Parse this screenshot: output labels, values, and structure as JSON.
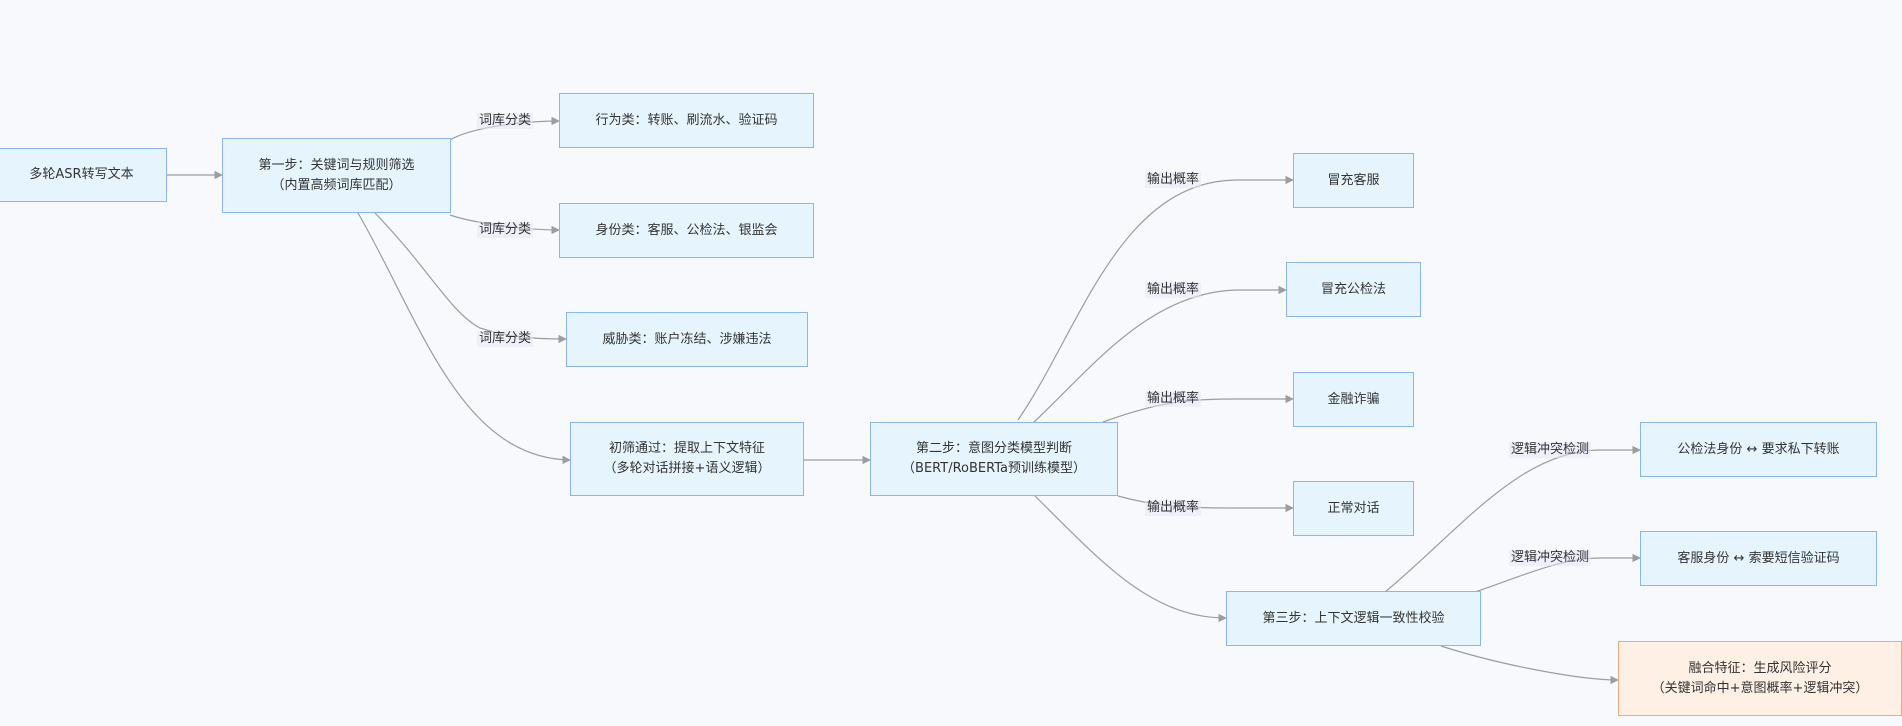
{
  "nodes": {
    "asr": {
      "line1": "多轮ASR转写文本"
    },
    "step1": {
      "line1": "第一步：关键词与规则筛选",
      "line2": "（内置高频词库匹配）"
    },
    "behavior": {
      "line1": "行为类：转账、刷流水、验证码"
    },
    "identity": {
      "line1": "身份类：客服、公检法、银监会"
    },
    "threat": {
      "line1": "威胁类：账户冻结、涉嫌违法"
    },
    "context": {
      "line1": "初筛通过：提取上下文特征",
      "line2": "（多轮对话拼接+语义逻辑）"
    },
    "step2": {
      "line1": "第二步：意图分类模型判断",
      "line2": "（BERT/RoBERTa预训练模型）"
    },
    "fake_service": {
      "line1": "冒充客服"
    },
    "fake_police": {
      "line1": "冒充公检法"
    },
    "fraud": {
      "line1": "金融诈骗"
    },
    "normal": {
      "line1": "正常对话"
    },
    "step3": {
      "line1": "第三步：上下文逻辑一致性校验"
    },
    "conflict1": {
      "line1": "公检法身份 ↔ 要求私下转账"
    },
    "conflict2": {
      "line1": "客服身份 ↔ 索要短信验证码"
    },
    "fusion": {
      "line1": "融合特征：生成风险评分",
      "line2": "（关键词命中+意图概率+逻辑冲突）"
    }
  },
  "edge_labels": {
    "lexicon_behavior": "词库分类",
    "lexicon_identity": "词库分类",
    "lexicon_threat": "词库分类",
    "prob_service": "输出概率",
    "prob_police": "输出概率",
    "prob_fraud": "输出概率",
    "prob_normal": "输出概率",
    "check_conflict1": "逻辑冲突检测",
    "check_conflict2": "逻辑冲突检测"
  },
  "colors": {
    "node_fill": "#e6f5fd",
    "node_border": "#89b7ea",
    "result_fill": "#fff0e6",
    "result_border": "#f0a87c",
    "edge": "#9d9d9d"
  }
}
